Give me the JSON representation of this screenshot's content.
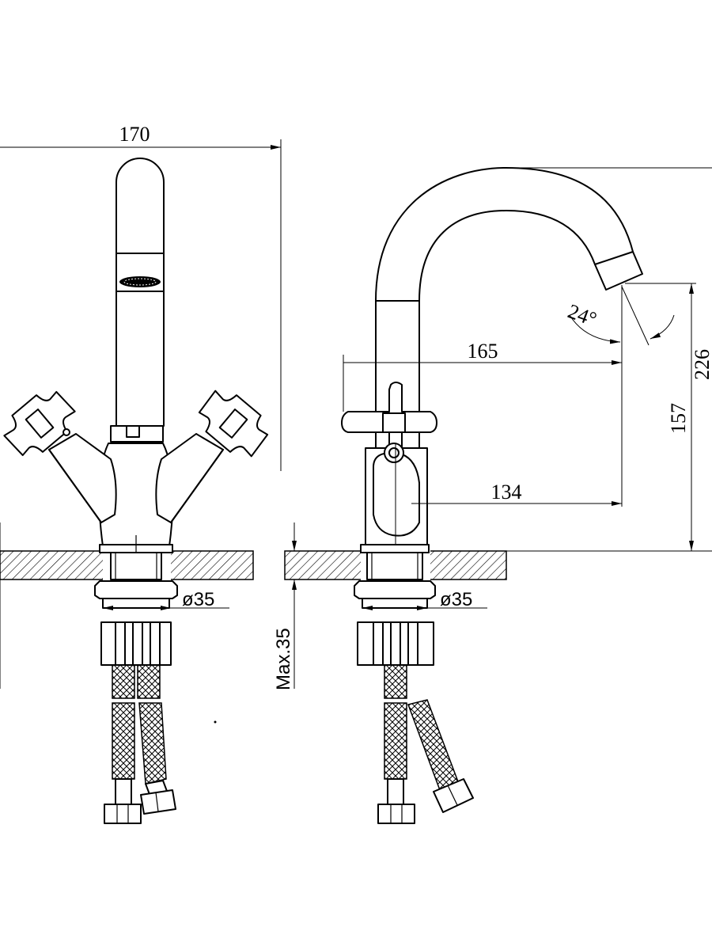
{
  "dimensions": {
    "overall_width": "170",
    "height_total": "226",
    "height_spout": "157",
    "reach_spout": "165",
    "reach_handle": "134",
    "spray_angle": "24°",
    "diameter_front": "ø35",
    "diameter_side": "ø35",
    "max_thickness": "Max.35"
  }
}
